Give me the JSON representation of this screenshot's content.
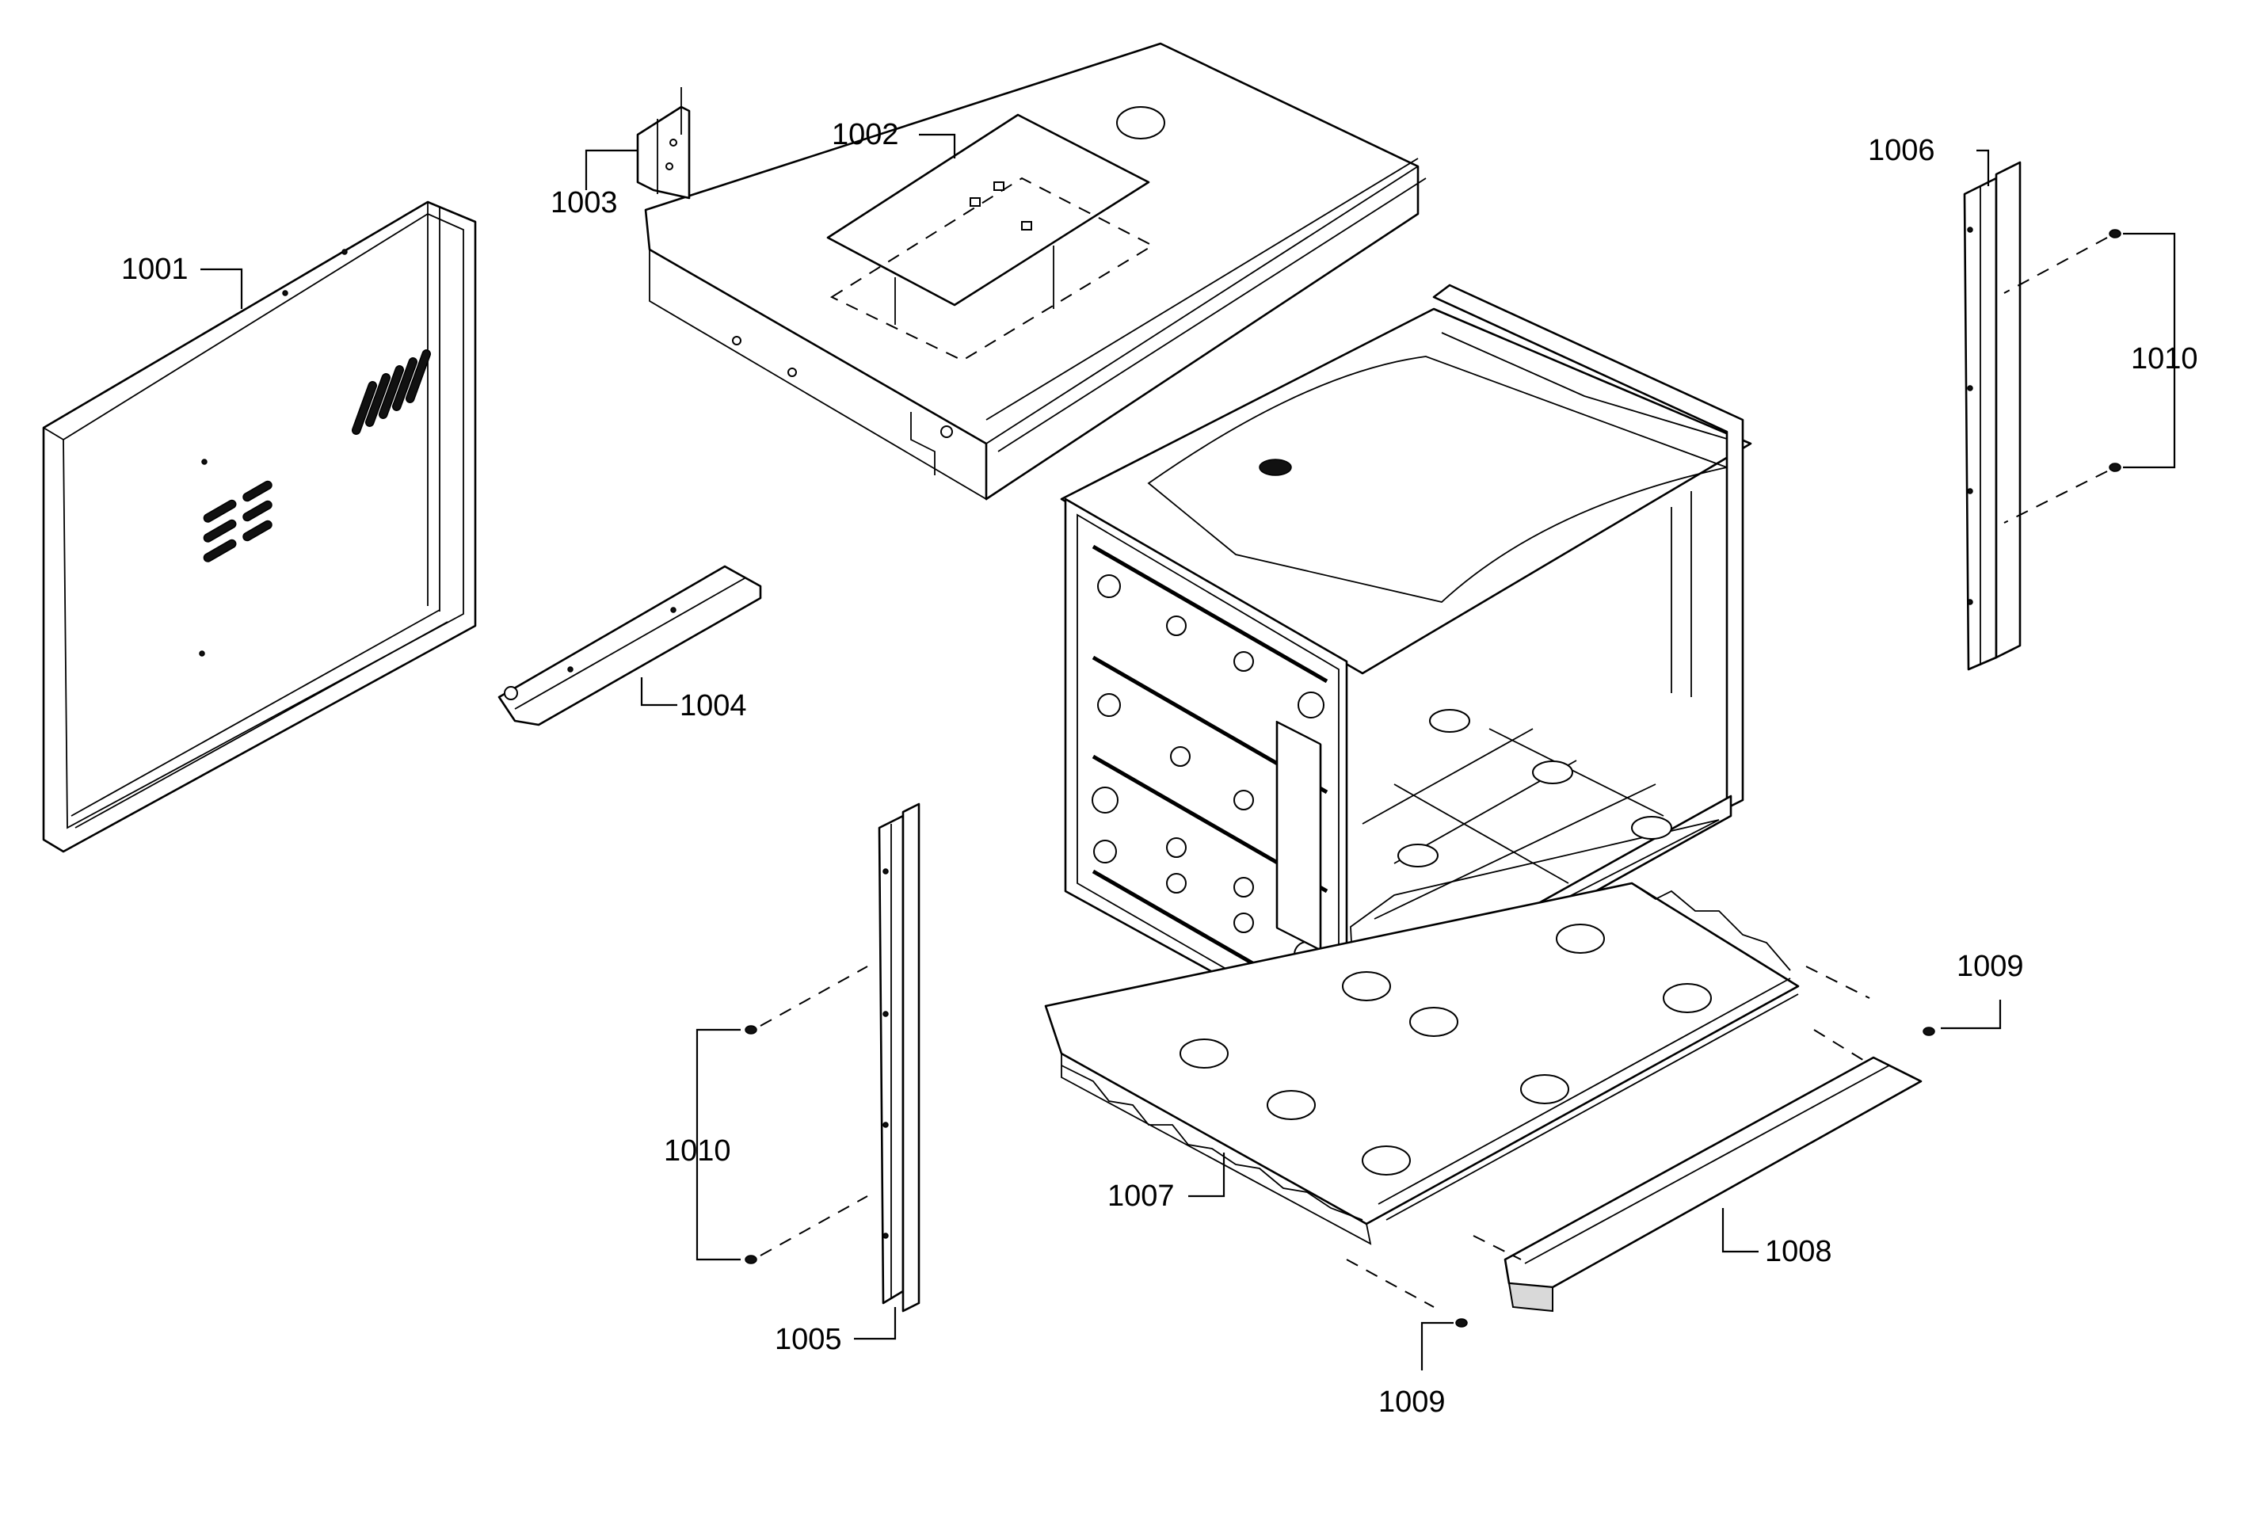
{
  "labels": {
    "p1001": "1001",
    "p1002": "1002",
    "p1003": "1003",
    "p1004": "1004",
    "p1005": "1005",
    "p1006": "1006",
    "p1007": "1007",
    "p1008": "1008",
    "p1009_top": "1009",
    "p1009_bottom": "1009",
    "p1010_left": "1010",
    "p1010_right": "1010"
  },
  "colors": {
    "line": "#000000",
    "background": "#ffffff"
  }
}
